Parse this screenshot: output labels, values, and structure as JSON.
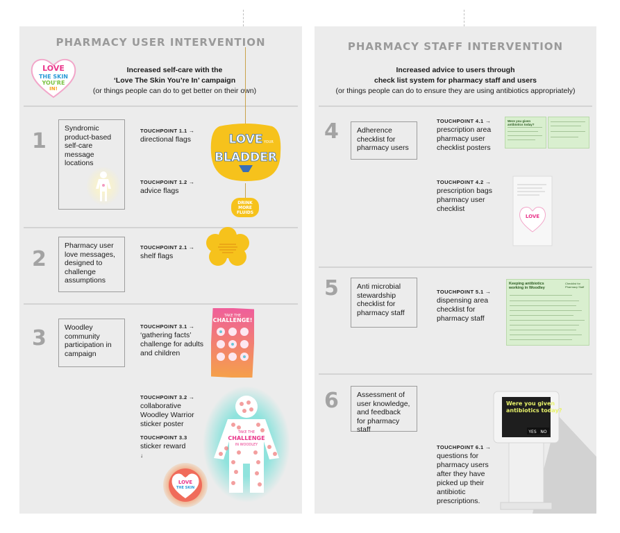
{
  "left": {
    "title": "PHARMACY USER INTERVENTION",
    "subtitle_line1": "Increased self-care with the",
    "subtitle_line2": "‘Love The Skin You’re In’ campaign",
    "subtitle_line3": "(or things people can do to get better on their own)",
    "logo_text": [
      "LOVE",
      "THE SKIN",
      "YOU'RE",
      "IN!"
    ],
    "sections": [
      {
        "number": "1",
        "box": "Syndromic product-based self-care message locations"
      },
      {
        "number": "2",
        "box": "Pharmacy user love messages, designed to challenge assumptions"
      },
      {
        "number": "3",
        "box": "Woodley community participation in campaign"
      }
    ],
    "touchpoints": [
      {
        "label": "TOUCHPOINT 1.1",
        "text": "directional flags"
      },
      {
        "label": "TOUCHPOINT 1.2",
        "text": "advice flags"
      },
      {
        "label": "TOUCHPOINT 2.1",
        "text": "shelf flags"
      },
      {
        "label": "TOUCHPOINT 3.1",
        "text": "‘gathering facts’ challenge for adults and children"
      },
      {
        "label": "TOUCHPOINT 3.2",
        "text": "collaborative Woodley Warrior sticker poster"
      },
      {
        "label": "TOUCHPOINT 3.3",
        "text": "sticker reward"
      }
    ],
    "flag_text": [
      "LOVE",
      "YOUR",
      "BLADDER"
    ],
    "small_flag_text": [
      "DRINK",
      "MORE",
      "FLUIDS"
    ],
    "challenge_text": [
      "TAKE THE",
      "CHALLENGE!"
    ],
    "sticker_poster_text": [
      "TAKE THE",
      "CHALLENGE",
      "IN WOODLEY"
    ]
  },
  "right": {
    "title": "PHARMACY STAFF INTERVENTION",
    "subtitle_line1": "Increased advice to users through",
    "subtitle_line2": "check list system for pharmacy staff and users",
    "subtitle_line3": "(or things people can do to ensure they are using antibiotics appropriately)",
    "sections": [
      {
        "number": "4",
        "box": "Adherence checklist for pharmacy users"
      },
      {
        "number": "5",
        "box": "Anti microbial stewardship checklist for pharmacy staff"
      },
      {
        "number": "6",
        "box": "Assessment of user knowledge, and feedback for pharmacy staff"
      }
    ],
    "touchpoints": [
      {
        "label": "TOUCHPOINT 4.1",
        "text": "prescription area pharmacy user checklist posters"
      },
      {
        "label": "TOUCHPOINT 4.2",
        "text": "prescription bags pharmacy user checklist"
      },
      {
        "label": "TOUCHPOINT 5.1",
        "text": "dispensing area checklist for pharmacy staff"
      },
      {
        "label": "TOUCHPOINT 6.1",
        "text": "questions for pharmacy users after they have picked up their antibiotic prescriptions."
      }
    ],
    "poster_title": "Were you given antibiotics today?",
    "checklist_title": "Keeping antibiotics working in Woodley",
    "checklist_subtitle": "Checklist for Pharmacy Staff",
    "kiosk_question": "Were you given antibiotics today?",
    "kiosk_yes": "YES",
    "kiosk_no": "NO"
  },
  "colors": {
    "panel": "#ececec",
    "title_grey": "#9a9a9a",
    "flag_yellow": "#f6c21c",
    "poster_green": "#d9efcf",
    "glow_teal": "#8fe3dd"
  }
}
